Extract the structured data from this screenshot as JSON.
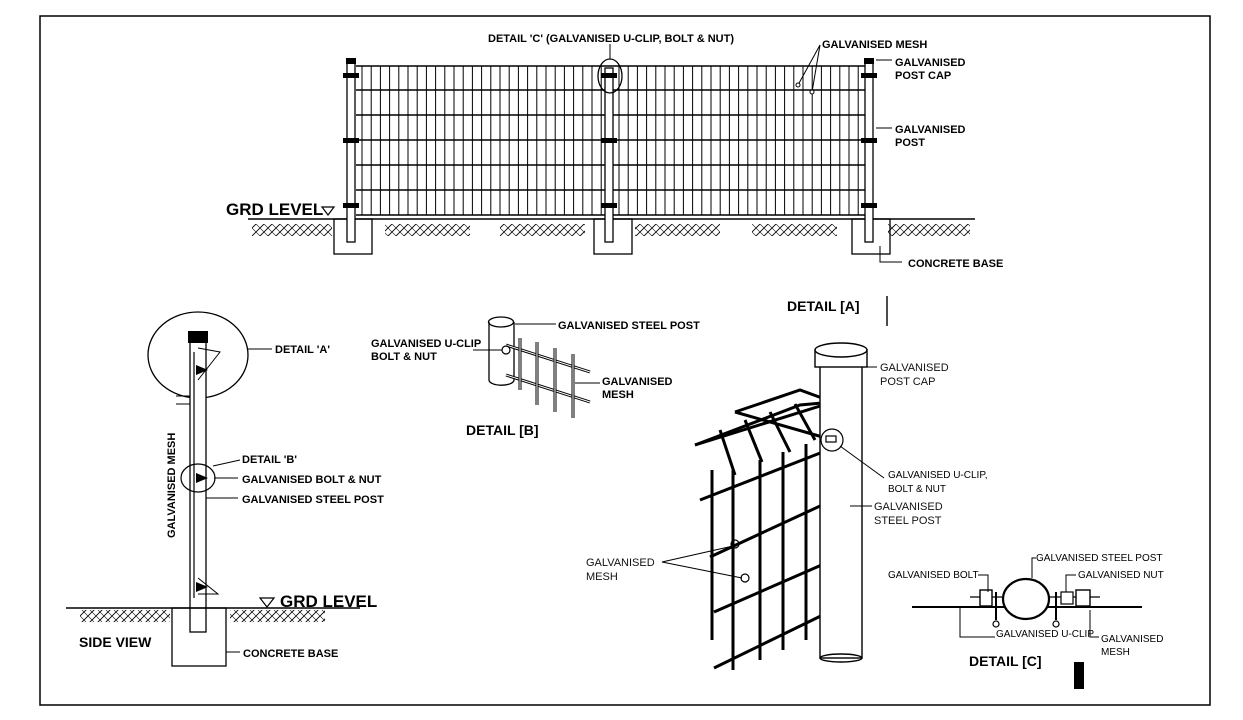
{
  "front_view": {
    "detail_c_note": "DETAIL  'C' (GALVANISED U-CLIP, BOLT & NUT)",
    "mesh_label": "GALVANISED MESH",
    "post_cap_label_1": "GALVANISED",
    "post_cap_label_2": "POST CAP",
    "post_label_1": "GALVANISED",
    "post_label_2": "POST",
    "ground_label": "GRD LEVEL",
    "concrete_label": "CONCRETE BASE"
  },
  "side_view": {
    "title": "SIDE VIEW",
    "detail_a": "DETAIL 'A'",
    "detail_b": "DETAIL 'B'",
    "bolt_nut": "GALVANISED BOLT & NUT",
    "steel_post": "GALVANISED  STEEL POST",
    "mesh_vertical": "GALVANISED MESH",
    "ground_label": "GRD LEVEL",
    "concrete_label": "CONCRETE BASE"
  },
  "detail_b": {
    "title": "DETAIL [B]",
    "steel_post": "GALVANISED STEEL POST",
    "uclip_1": "GALVANISED  U-CLIP",
    "uclip_2": "BOLT  & NUT",
    "mesh_1": "GALVANISED",
    "mesh_2": "MESH"
  },
  "detail_a": {
    "title": "DETAIL [A]",
    "post_cap_1": "GALVANISED",
    "post_cap_2": "POST CAP",
    "uclip_1": "GALVANISED U-CLIP,",
    "uclip_2": "BOLT & NUT",
    "steel_post_1": "GALVANISED",
    "steel_post_2": "STEEL POST",
    "mesh_1": "GALVANISED",
    "mesh_2": "MESH"
  },
  "detail_c": {
    "title": "DETAIL [C]",
    "steel_post": "GALVANISED  STEEL POST",
    "bolt": "GALVANISED BOLT",
    "nut": "GALVANISED NUT",
    "uclip": "GALVANISED U-CLIP",
    "mesh_1": "GALVANISED",
    "mesh_2": "MESH"
  }
}
